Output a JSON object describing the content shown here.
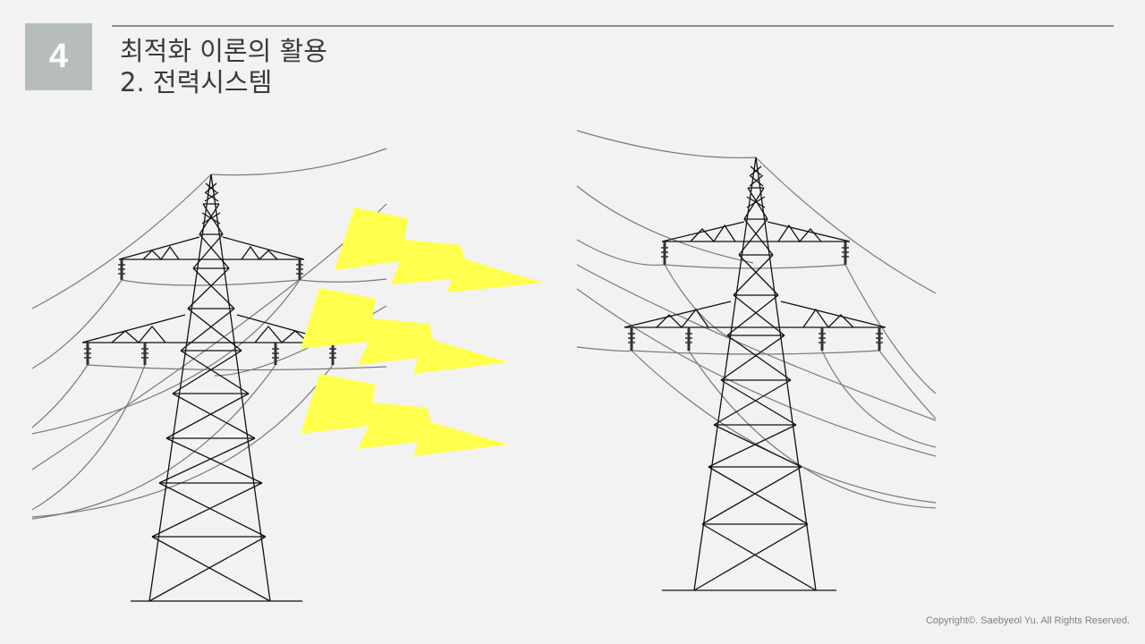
{
  "slide": {
    "section_number": "4",
    "title_line1": "최적화 이론의 활용",
    "title_line2": "2. 전력시스템"
  },
  "footer": {
    "copyright": "Copyright©. Saebyeol Yu. All Rights Reserved."
  },
  "colors": {
    "background": "#f2f2f2",
    "badge": "#b7bcbc",
    "lightning": "#ffff4d",
    "tower_line": "#111111",
    "wire": "#7a7a7a"
  },
  "illustrations": {
    "left": "power-tower-with-lightning",
    "right": "power-tower"
  }
}
